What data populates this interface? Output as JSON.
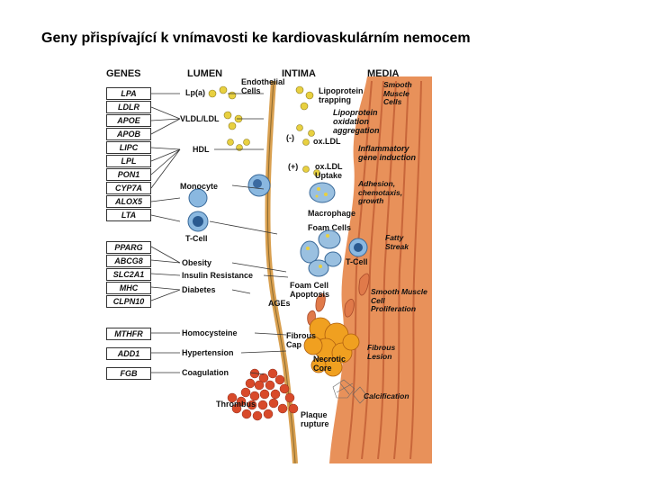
{
  "title": "Geny přispívající k vnímavosti ke kardiovaskulárním nemocem",
  "columns": [
    "GENES",
    "LUMEN",
    "INTIMA",
    "MEDIA"
  ],
  "genes": [
    "LPA",
    "LDLR",
    "APOE",
    "APOB",
    "LIPC",
    "LPL",
    "PON1",
    "CYP7A",
    "ALOX5",
    "LTA",
    "PPARG",
    "ABCG8",
    "SLC2A1",
    "MHC",
    "CLPN10",
    "MTHFR",
    "ADD1",
    "FGB"
  ],
  "lumen_labels": {
    "lpa": "Lp(a)",
    "vldl": "VLDL/LDL",
    "hdl": "HDL",
    "monocyte": "Monocyte",
    "tcell": "T-Cell",
    "obesity": "Obesity",
    "insulin": "Insulin Resistance",
    "diabetes": "Diabetes",
    "homocysteine": "Homocysteine",
    "hypertension": "Hypertension",
    "coagulation": "Coagulation",
    "thrombus": "Thrombus"
  },
  "intima_labels": {
    "endothelial": "Endothelial Cells",
    "lipoprotein_trapping": "Lipoprotein trapping",
    "lipoprotein_oxidation": "Lipoprotein oxidation aggregation",
    "minus": "(-)",
    "oxldl": "ox.LDL",
    "inflammatory": "Inflammatory gene induction",
    "plus": "(+)",
    "oxldl_uptake": "ox.LDL Uptake",
    "macrophage": "Macrophage",
    "foam_cells": "Foam Cells",
    "tcell2": "T-Cell",
    "foam_apoptosis": "Foam Cell Apoptosis",
    "ages": "AGEs",
    "fibrous_cap": "Fibrous Cap",
    "necrotic_core": "Necrotic Core",
    "plaque_rupture": "Plaque rupture"
  },
  "media_labels": {
    "smooth_muscle": "Smooth Muscle Cells",
    "adhesion": "Adhesion, chemotaxis, growth",
    "fatty_streak": "Fatty Streak",
    "smc_proliferation": "Smooth Muscle Cell Proliferation",
    "fibrous_lesion": "Fibrous Lesion",
    "calcification": "Calcification"
  },
  "colors": {
    "media_fill": "#e8915a",
    "media_stripe": "#c8663a",
    "lipid": "#e8d040",
    "cell_blue": "#8ab8e0",
    "blood_red": "#d84a2a",
    "necrotic": "#f0a020"
  }
}
